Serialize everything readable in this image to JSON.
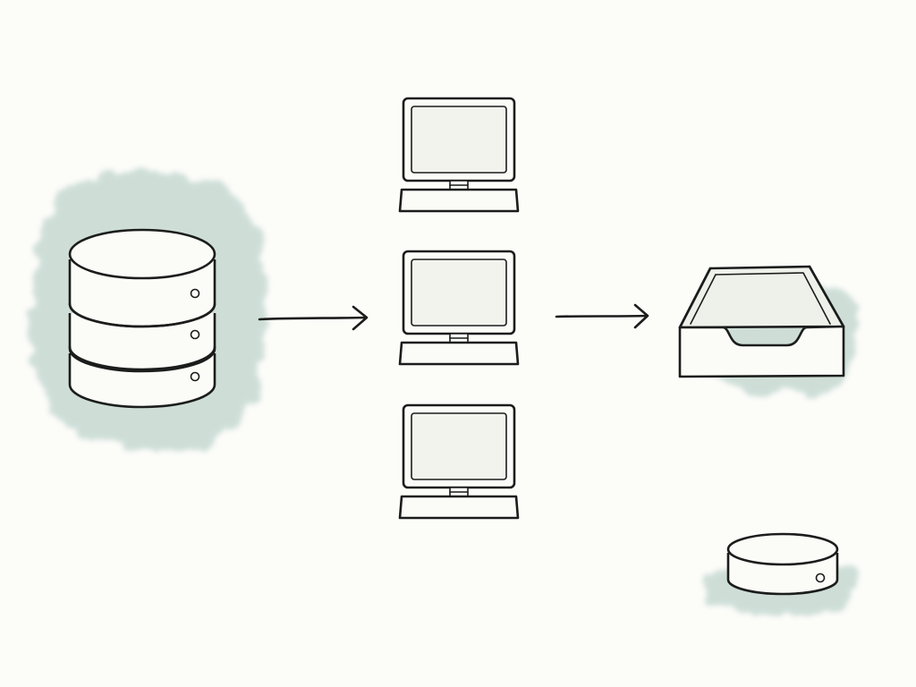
{
  "colors": {
    "background": "#fcfcf9",
    "ink": "#1b1d1c",
    "wash": "#a9c6bd",
    "screen": "#f3f3ee"
  },
  "nodes": [
    {
      "id": "database",
      "icon": "database-icon",
      "label": ""
    },
    {
      "id": "computer-1",
      "icon": "desktop-computer-icon",
      "label": ""
    },
    {
      "id": "computer-2",
      "icon": "desktop-computer-icon",
      "label": ""
    },
    {
      "id": "computer-3",
      "icon": "desktop-computer-icon",
      "label": ""
    },
    {
      "id": "tray",
      "icon": "inbox-tray-icon",
      "label": ""
    },
    {
      "id": "disk",
      "icon": "small-disk-icon",
      "label": ""
    }
  ],
  "edges": [
    {
      "from": "database",
      "to": "computer-2",
      "icon": "arrow-right-icon"
    },
    {
      "from": "computer-2",
      "to": "tray",
      "icon": "arrow-right-icon"
    }
  ]
}
